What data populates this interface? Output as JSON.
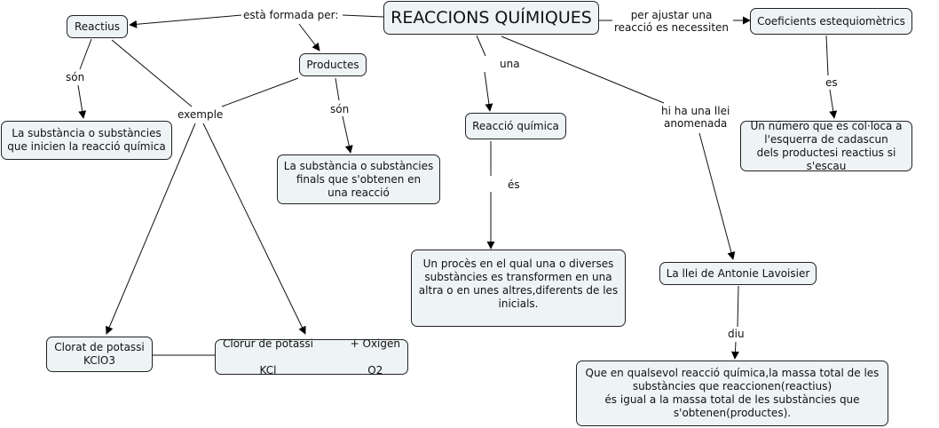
{
  "nodes": {
    "main": "REACCIONS QUÍMIQUES",
    "reactius": "Reactius",
    "productes": "Productes",
    "coeficients": "Coeficients estequiomètrics",
    "reactius_def": "La substància o substàncies\nque inicien la reacció química",
    "productes_def": "La substància o substàncies\nfinals que s'obtenen en\nuna reacció",
    "reaccio": "Reacció química",
    "reaccio_def": "Un procès en el qual una o diverses\n substàncies es transformen en una\naltra o en unes altres,diferents de les\ninicials.",
    "coef_def": "Un número que es col·loca a\nl'esquerra de cadascun\ndels productesi reactius si s'escau",
    "llei": "La llei de Antonie Lavoisier",
    "llei_def": "Que en qualsevol reacció química,la massa total de les\nsubstàncies que reaccionen(reactius)\nés igual a la massa total de les substàncies que\ns'obtenen(productes).",
    "clorat_name": "Clorat de potassi",
    "clorat_formula": "KClO3",
    "clorur_name": "Clorur de potassi",
    "clorur_formula": "KCl",
    "oxigen_name": "+ Oxigen",
    "oxigen_formula": "O2"
  },
  "links": {
    "formada": "està formada per:",
    "ajustar": "per ajustar una\nreacció es necessiten",
    "son1": "són",
    "son2": "són",
    "exemple": "exemple",
    "una": "una",
    "es": "és",
    "llei": "hi ha una llei\nanomenada",
    "es_coef": "es",
    "diu": "diu"
  },
  "colors": {
    "node_fill": "#eef3f6",
    "stroke": "#222222"
  }
}
